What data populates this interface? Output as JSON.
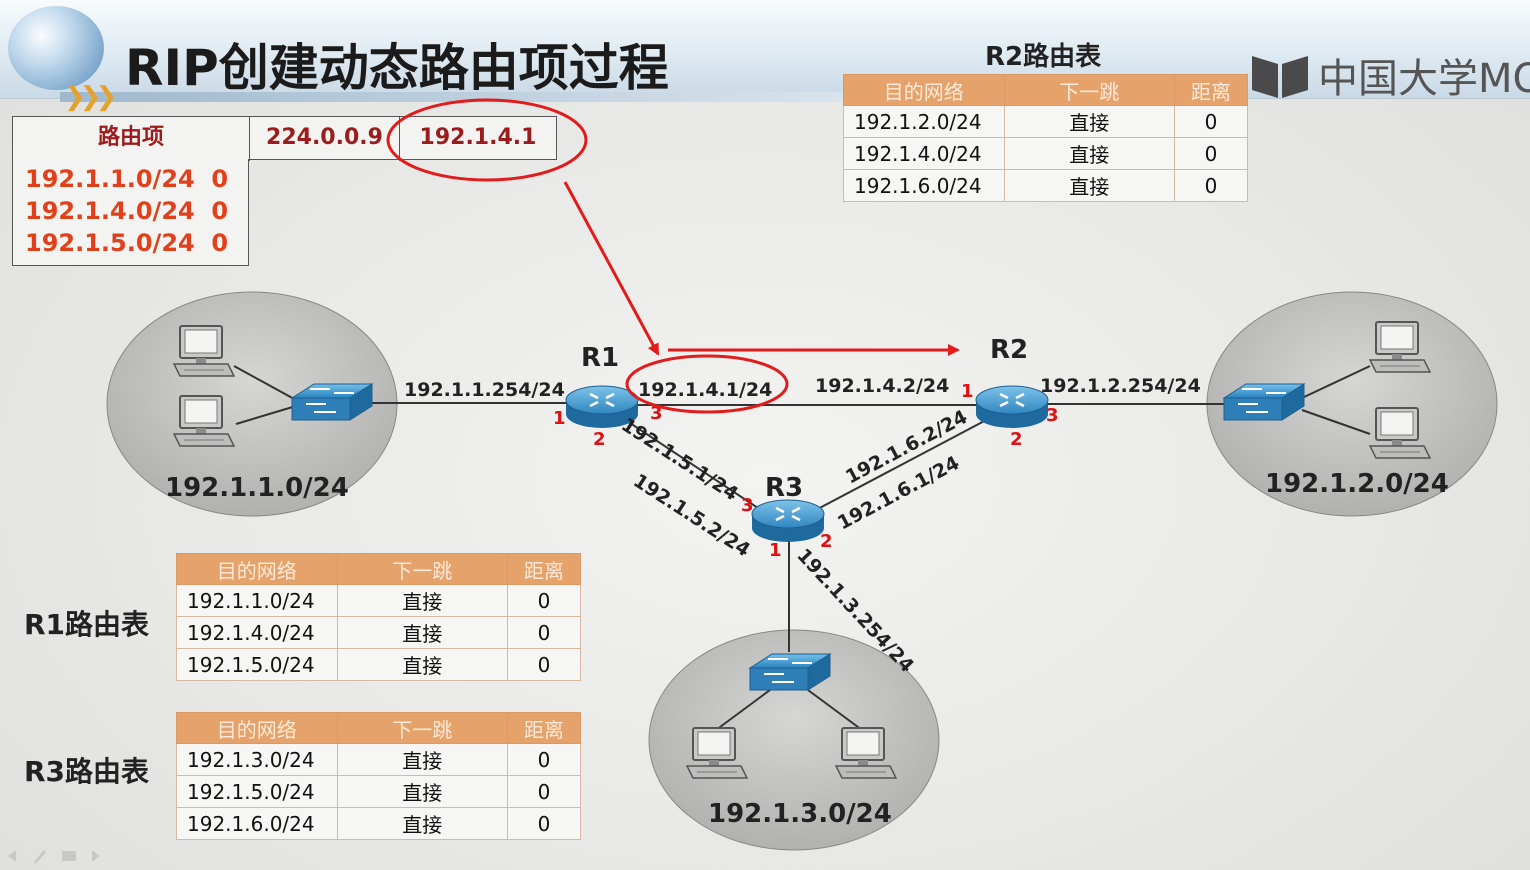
{
  "title": "RIP创建动态路由项过程",
  "logo_text": "中国大学MO",
  "route_entry": {
    "header_label": "路由项",
    "dest_address": "224.0.0.9",
    "source_address": "192.1.4.1",
    "entries": [
      "192.1.1.0/24  0",
      "192.1.4.0/24  0",
      "192.1.5.0/24  0"
    ]
  },
  "colors": {
    "table_header": "#e5a36b",
    "highlight": "#e21b1b",
    "entry_text": "#e0401a"
  },
  "tables": {
    "r1": {
      "label": "R1路由表",
      "headers": [
        "目的网络",
        "下一跳",
        "距离"
      ],
      "rows": [
        [
          "192.1.1.0/24",
          "直接",
          "0"
        ],
        [
          "192.1.4.0/24",
          "直接",
          "0"
        ],
        [
          "192.1.5.0/24",
          "直接",
          "0"
        ]
      ]
    },
    "r2": {
      "label": "R2路由表",
      "headers": [
        "目的网络",
        "下一跳",
        "距离"
      ],
      "rows": [
        [
          "192.1.2.0/24",
          "直接",
          "0"
        ],
        [
          "192.1.4.0/24",
          "直接",
          "0"
        ],
        [
          "192.1.6.0/24",
          "直接",
          "0"
        ]
      ]
    },
    "r3": {
      "label": "R3路由表",
      "headers": [
        "目的网络",
        "下一跳",
        "距离"
      ],
      "rows": [
        [
          "192.1.3.0/24",
          "直接",
          "0"
        ],
        [
          "192.1.5.0/24",
          "直接",
          "0"
        ],
        [
          "192.1.6.0/24",
          "直接",
          "0"
        ]
      ]
    }
  },
  "diagram": {
    "routers": {
      "r1": "R1",
      "r2": "R2",
      "r3": "R3"
    },
    "networks": {
      "n1": "192.1.1.0/24",
      "n2": "192.1.2.0/24",
      "n3": "192.1.3.0/24"
    },
    "interfaces": {
      "r1_if1": "192.1.1.254/24",
      "r1_if3": "192.1.4.1/24",
      "r1_if2": "192.1.5.1/24",
      "r2_if1": "192.1.4.2/24",
      "r2_if3": "192.1.2.254/24",
      "r2_if2": "192.1.6.2/24",
      "r3_if3": "192.1.5.2/24",
      "r3_if2": "192.1.6.1/24",
      "r3_if1": "192.1.3.254/24"
    },
    "ports": {
      "one": "1",
      "two": "2",
      "three": "3"
    }
  }
}
